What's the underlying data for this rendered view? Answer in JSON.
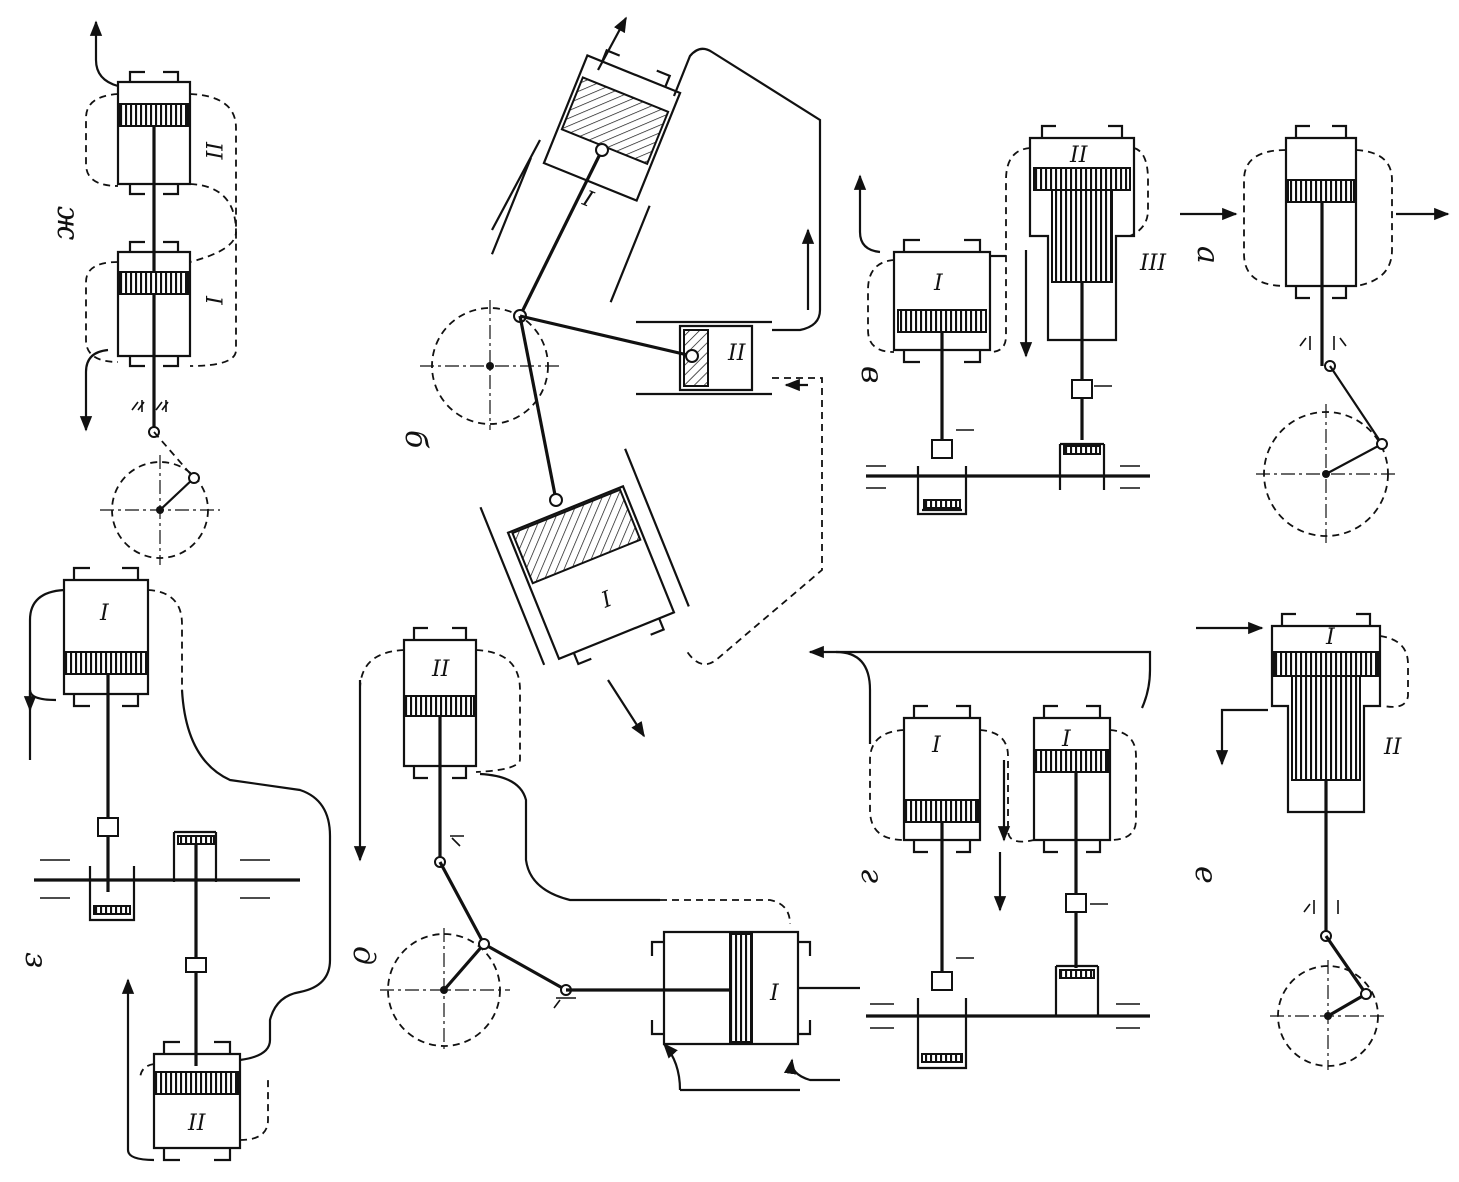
{
  "variant_labels": {
    "a": "а",
    "b": "б",
    "v": "в",
    "g": "г",
    "d": "д",
    "e": "е",
    "zh": "ж",
    "z": "з"
  },
  "cylinder_labels": {
    "stage1": "I",
    "stage2": "II",
    "stage3": "III"
  }
}
